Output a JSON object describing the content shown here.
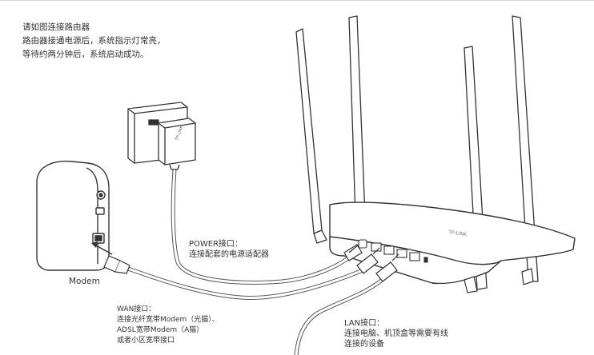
{
  "instructions": {
    "title": "请如图连接路由器",
    "line1": "路由器接通电源后，系统指示灯常亮，",
    "line2": "等待约两分钟后，系统启动成功。"
  },
  "modem": {
    "label": "Modem"
  },
  "power": {
    "title": "POWER接口：",
    "desc": "连接配套的电源适配器"
  },
  "wan": {
    "title": "WAN接口：",
    "line1": "连接光纤宽带Modem（光猫）、",
    "line2": "ADSL宽带Modem（A猫）",
    "line3": "或者小区宽带接口"
  },
  "lan": {
    "title": "LAN接口：",
    "line1": "连接电脑、机顶盒等需要有线",
    "line2": "连接的设备"
  },
  "adapter": {
    "brand": "TP-LINK"
  },
  "router": {
    "brand": "TP-LINK"
  }
}
